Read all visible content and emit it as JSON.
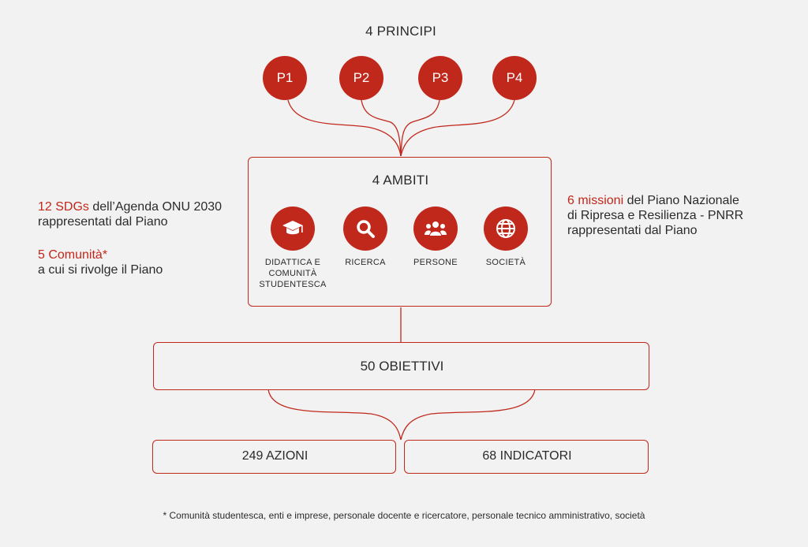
{
  "principles": {
    "title": "4 PRINCIPI",
    "items": [
      "P1",
      "P2",
      "P3",
      "P4"
    ]
  },
  "ambiti": {
    "title": "4 AMBITI",
    "items": [
      {
        "label": "DIDATTICA E COMUNITÀ STUDENTESCA",
        "icon": "graduation-cap-icon"
      },
      {
        "label": "RICERCA",
        "icon": "magnifier-icon"
      },
      {
        "label": "PERSONE",
        "icon": "people-icon"
      },
      {
        "label": "SOCIETÀ",
        "icon": "globe-icon"
      }
    ]
  },
  "left_notes": {
    "sdgs_highlight": "12 SDGs",
    "sdgs_text1": " dell’Agenda ONU 2030",
    "sdgs_text2": "rappresentati dal Piano",
    "communities_highlight": "5 Comunità*",
    "communities_text": "a cui si rivolge il Piano"
  },
  "right_notes": {
    "missions_highlight": "6 missioni",
    "missions_text1": " del Piano Nazionale",
    "missions_text2": "di Ripresa e Resilienza - PNRR",
    "missions_text3": "rappresentati dal Piano"
  },
  "objectives": {
    "label": "50 OBIETTIVI"
  },
  "actions": {
    "label": "249 AZIONI"
  },
  "indicators": {
    "label": "68 INDICATORI"
  },
  "footnote": "* Comunità studentesca, enti e imprese, personale docente e ricercatore, personale tecnico amministrativo, società",
  "colors": {
    "accent": "#c0281c",
    "background": "#f3f2f2",
    "text": "#2b2b2b"
  }
}
